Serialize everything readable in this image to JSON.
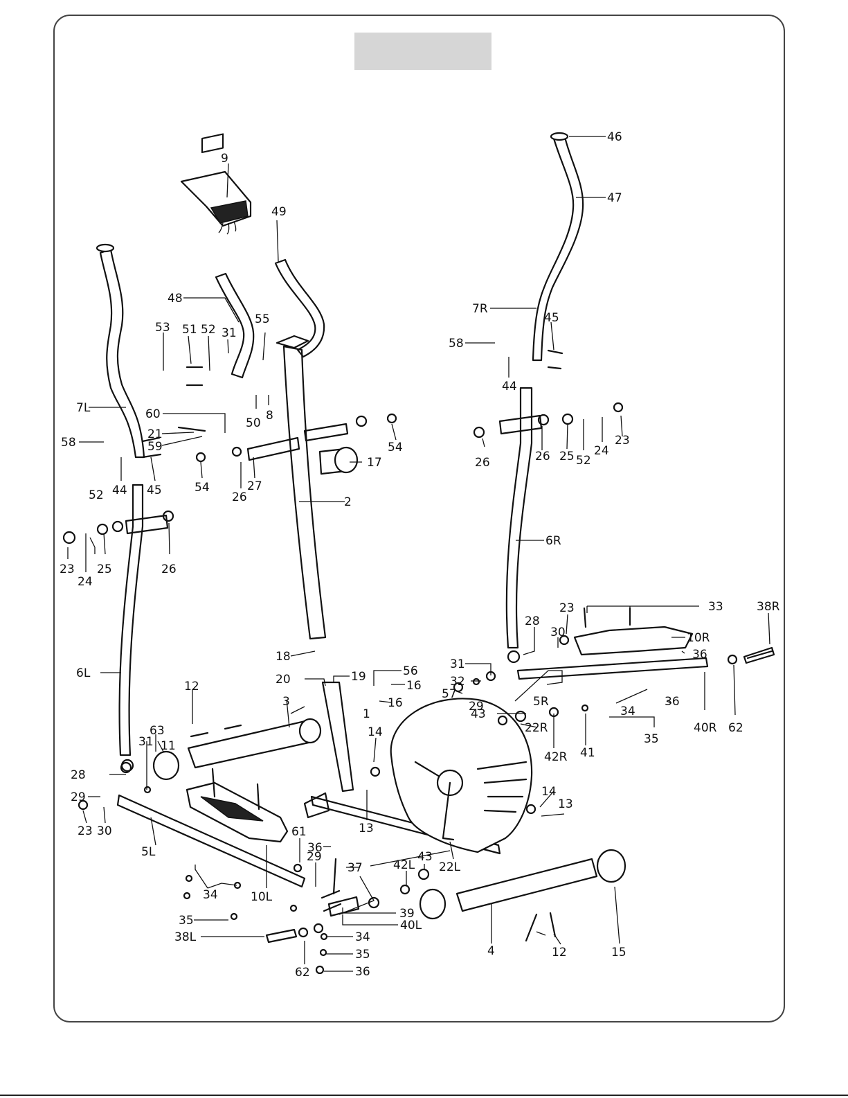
{
  "title_box": {
    "text": ""
  },
  "part_labels": [
    {
      "id": "p9",
      "text": "9"
    },
    {
      "id": "p46",
      "text": "46"
    },
    {
      "id": "p47",
      "text": "47"
    },
    {
      "id": "p49",
      "text": "49"
    },
    {
      "id": "p48",
      "text": "48"
    },
    {
      "id": "p7R",
      "text": "7R"
    },
    {
      "id": "p45a",
      "text": "45"
    },
    {
      "id": "p58a",
      "text": "58"
    },
    {
      "id": "p53",
      "text": "53"
    },
    {
      "id": "p51",
      "text": "51"
    },
    {
      "id": "p52a",
      "text": "52"
    },
    {
      "id": "p31a",
      "text": "31"
    },
    {
      "id": "p55",
      "text": "55"
    },
    {
      "id": "p44a",
      "text": "44"
    },
    {
      "id": "p7L",
      "text": "7L"
    },
    {
      "id": "p60",
      "text": "60"
    },
    {
      "id": "p21",
      "text": "21"
    },
    {
      "id": "p59",
      "text": "59"
    },
    {
      "id": "p50",
      "text": "50"
    },
    {
      "id": "p8",
      "text": "8"
    },
    {
      "id": "p58b",
      "text": "58"
    },
    {
      "id": "p54a",
      "text": "54"
    },
    {
      "id": "p26a",
      "text": "26"
    },
    {
      "id": "p25a",
      "text": "25"
    },
    {
      "id": "p52b",
      "text": "52"
    },
    {
      "id": "p24a",
      "text": "24"
    },
    {
      "id": "p23a",
      "text": "23"
    },
    {
      "id": "p17",
      "text": "17"
    },
    {
      "id": "p44b",
      "text": "44"
    },
    {
      "id": "p45b",
      "text": "45"
    },
    {
      "id": "p54b",
      "text": "54"
    },
    {
      "id": "p26b",
      "text": "26"
    },
    {
      "id": "p27",
      "text": "27"
    },
    {
      "id": "p26c",
      "text": "26"
    },
    {
      "id": "p52c",
      "text": "52"
    },
    {
      "id": "p2",
      "text": "2"
    },
    {
      "id": "p6R",
      "text": "6R"
    },
    {
      "id": "p23b",
      "text": "23"
    },
    {
      "id": "p24b",
      "text": "24"
    },
    {
      "id": "p25b",
      "text": "25"
    },
    {
      "id": "p26d",
      "text": "26"
    },
    {
      "id": "p23c",
      "text": "23"
    },
    {
      "id": "p33",
      "text": "33"
    },
    {
      "id": "p38R",
      "text": "38R"
    },
    {
      "id": "p28a",
      "text": "28"
    },
    {
      "id": "p30a",
      "text": "30"
    },
    {
      "id": "p10R",
      "text": "10R"
    },
    {
      "id": "p36a",
      "text": "36"
    },
    {
      "id": "p18",
      "text": "18"
    },
    {
      "id": "p31b",
      "text": "31"
    },
    {
      "id": "p6L",
      "text": "6L"
    },
    {
      "id": "p20",
      "text": "20"
    },
    {
      "id": "p19",
      "text": "19"
    },
    {
      "id": "p56",
      "text": "56"
    },
    {
      "id": "p32",
      "text": "32"
    },
    {
      "id": "p16a",
      "text": "16"
    },
    {
      "id": "p57",
      "text": "57"
    },
    {
      "id": "p29a",
      "text": "29"
    },
    {
      "id": "p5R",
      "text": "5R"
    },
    {
      "id": "p36b",
      "text": "36"
    },
    {
      "id": "p12a",
      "text": "12"
    },
    {
      "id": "p16b",
      "text": "16"
    },
    {
      "id": "p3",
      "text": "3"
    },
    {
      "id": "p43a",
      "text": "43"
    },
    {
      "id": "p1",
      "text": "1"
    },
    {
      "id": "p22R",
      "text": "22R"
    },
    {
      "id": "p34a",
      "text": "34"
    },
    {
      "id": "p40R",
      "text": "40R"
    },
    {
      "id": "p62a",
      "text": "62"
    },
    {
      "id": "p63",
      "text": "63"
    },
    {
      "id": "p11",
      "text": "11"
    },
    {
      "id": "p14a",
      "text": "14"
    },
    {
      "id": "p42R",
      "text": "42R"
    },
    {
      "id": "p41",
      "text": "41"
    },
    {
      "id": "p35a",
      "text": "35"
    },
    {
      "id": "p31c",
      "text": "31"
    },
    {
      "id": "p28b",
      "text": "28"
    },
    {
      "id": "p29b",
      "text": "29"
    },
    {
      "id": "p23d",
      "text": "23"
    },
    {
      "id": "p30b",
      "text": "30"
    },
    {
      "id": "p13a",
      "text": "13"
    },
    {
      "id": "p14b",
      "text": "14"
    },
    {
      "id": "p13b",
      "text": "13"
    },
    {
      "id": "p5L",
      "text": "5L"
    },
    {
      "id": "p61",
      "text": "61"
    },
    {
      "id": "p36c",
      "text": "36"
    },
    {
      "id": "p29c",
      "text": "29"
    },
    {
      "id": "p37",
      "text": "37"
    },
    {
      "id": "p43b",
      "text": "43"
    },
    {
      "id": "p42L",
      "text": "42L"
    },
    {
      "id": "p22L",
      "text": "22L"
    },
    {
      "id": "p34b",
      "text": "34"
    },
    {
      "id": "p10L",
      "text": "10L"
    },
    {
      "id": "p35b",
      "text": "35"
    },
    {
      "id": "p39",
      "text": "39"
    },
    {
      "id": "p40L",
      "text": "40L"
    },
    {
      "id": "p38L",
      "text": "38L"
    },
    {
      "id": "p34c",
      "text": "34"
    },
    {
      "id": "p35c",
      "text": "35"
    },
    {
      "id": "p62b",
      "text": "62"
    },
    {
      "id": "p36d",
      "text": "36"
    },
    {
      "id": "p4",
      "text": "4"
    },
    {
      "id": "p12b",
      "text": "12"
    },
    {
      "id": "p15",
      "text": "15"
    }
  ]
}
